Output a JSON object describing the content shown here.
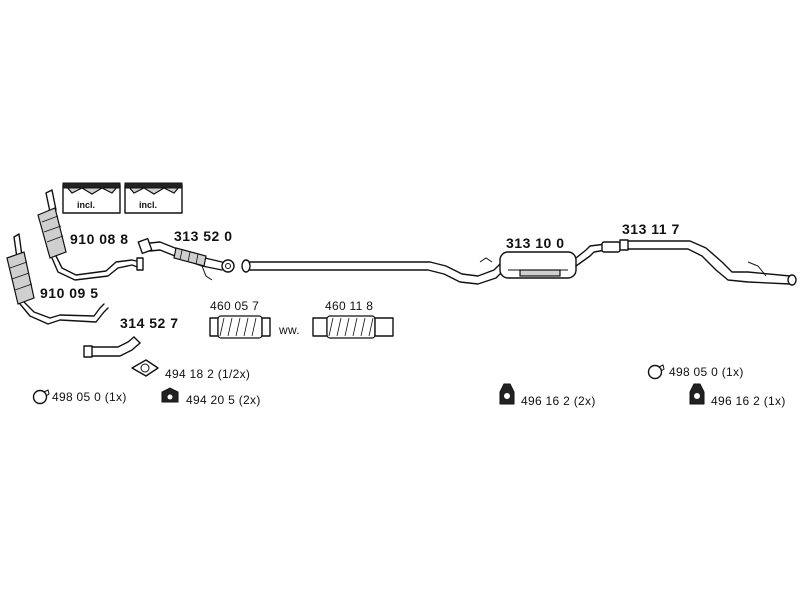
{
  "parts": {
    "cat_upper": "910 08 8",
    "cat_lower": "910 09 5",
    "front_pipe": "313 52 0",
    "connector_pipe": "314 52 7",
    "center_silencer": "313 10 0",
    "rear_pipe": "313 11 7",
    "flex_short": "460 05 7",
    "flex_long": "460 11 8"
  },
  "labels": {
    "incl": "incl.",
    "ww": "ww."
  },
  "accessories": {
    "clamp_left": "498 05 0 (1x)",
    "gasket": "494 18 2  (1/2x)",
    "hanger_left": "494 20 5 (2x)",
    "hanger_middle": "496 16 2  (2x)",
    "clamp_right": "498 05 0 (1x)",
    "hanger_right": "496 16 2 (1x)"
  }
}
